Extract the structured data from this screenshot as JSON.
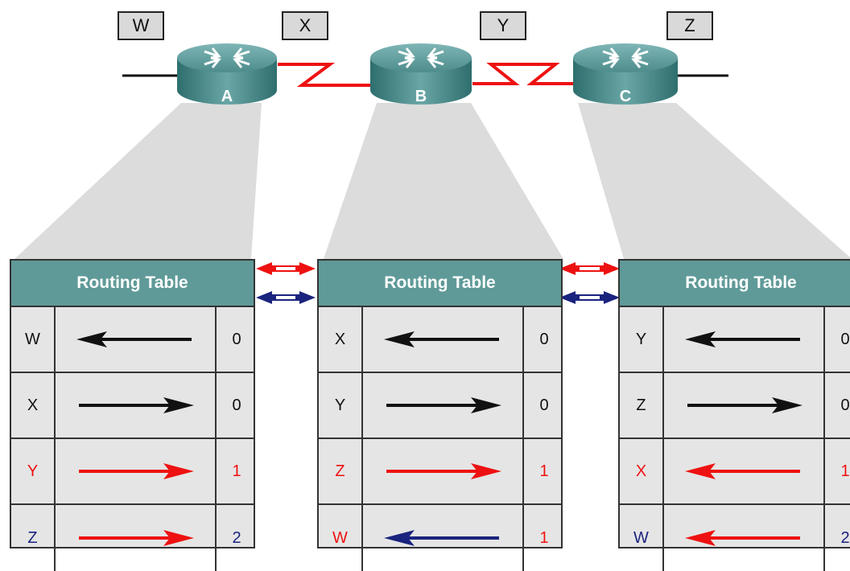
{
  "networks": [
    "W",
    "X",
    "Y",
    "Z"
  ],
  "routers": [
    "A",
    "B",
    "C"
  ],
  "colors": {
    "table_header": "#5f9a98",
    "serial_link": "#ee1111",
    "update_red": "#ee1111",
    "update_blue": "#1a237e",
    "router_body": "#4a8a8a"
  },
  "tables": [
    {
      "title": "Routing Table",
      "rows": [
        {
          "dest": "W",
          "direction": "left",
          "hops": "0",
          "text_color": "black",
          "arrow_color": "black"
        },
        {
          "dest": "X",
          "direction": "right",
          "hops": "0",
          "text_color": "black",
          "arrow_color": "black"
        },
        {
          "dest": "Y",
          "direction": "right",
          "hops": "1",
          "text_color": "red",
          "arrow_color": "red"
        },
        {
          "dest": "Z",
          "direction": "right",
          "hops": "2",
          "text_color": "blue",
          "arrow_color": "red"
        }
      ]
    },
    {
      "title": "Routing Table",
      "rows": [
        {
          "dest": "X",
          "direction": "left",
          "hops": "0",
          "text_color": "black",
          "arrow_color": "black"
        },
        {
          "dest": "Y",
          "direction": "right",
          "hops": "0",
          "text_color": "black",
          "arrow_color": "black"
        },
        {
          "dest": "Z",
          "direction": "right",
          "hops": "1",
          "text_color": "red",
          "arrow_color": "red"
        },
        {
          "dest": "W",
          "direction": "left",
          "hops": "1",
          "text_color": "red",
          "arrow_color": "blue"
        }
      ]
    },
    {
      "title": "Routing Table",
      "rows": [
        {
          "dest": "Y",
          "direction": "left",
          "hops": "0",
          "text_color": "black",
          "arrow_color": "black"
        },
        {
          "dest": "Z",
          "direction": "right",
          "hops": "0",
          "text_color": "black",
          "arrow_color": "black"
        },
        {
          "dest": "X",
          "direction": "left",
          "hops": "1",
          "text_color": "red",
          "arrow_color": "red"
        },
        {
          "dest": "W",
          "direction": "left",
          "hops": "2",
          "text_color": "blue",
          "arrow_color": "red"
        }
      ]
    }
  ]
}
